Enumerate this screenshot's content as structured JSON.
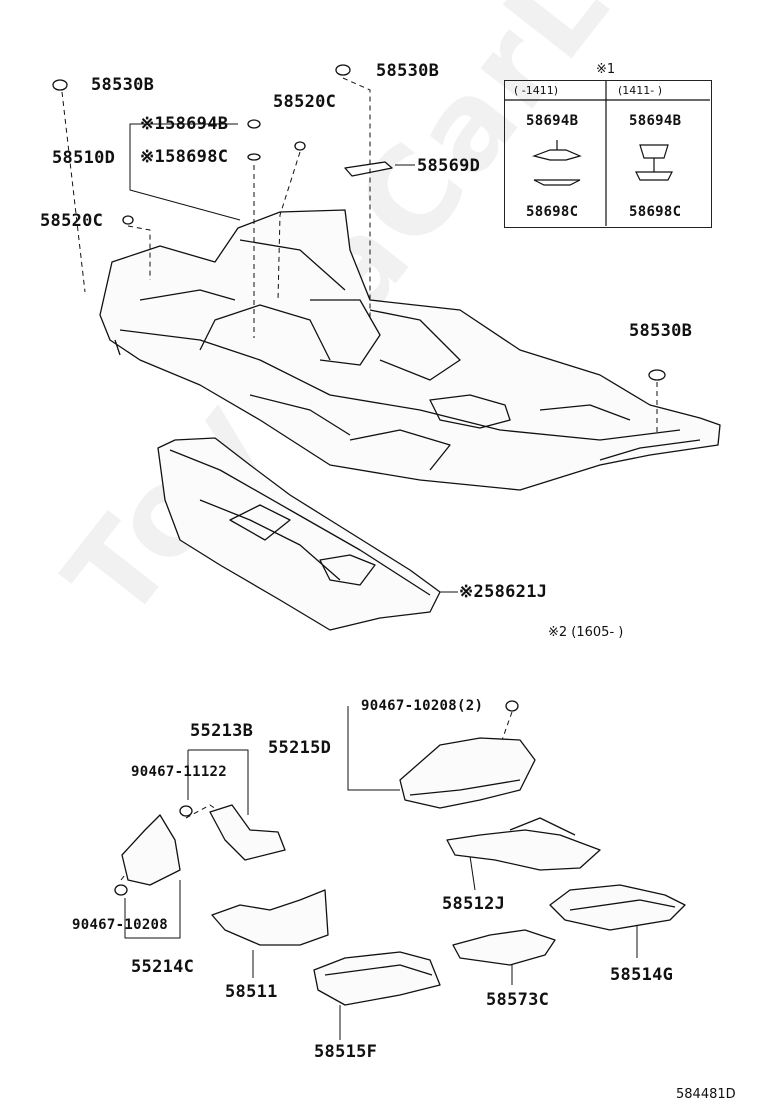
{
  "watermark": "ToyotaCarLine.ru",
  "diagram_ref": "584481D",
  "note_box": {
    "marker": "※1",
    "col_left": "(    -1411)",
    "col_right": "(1411-    )",
    "left_top": "58694B",
    "left_bottom": "58698C",
    "right_top": "58694B",
    "right_bottom": "58698C"
  },
  "note2": "※2 (1605-     )",
  "labels": {
    "p58530B_1": "58530B",
    "p58530B_2": "58530B",
    "p58530B_3": "58530B",
    "p58520C_1": "58520C",
    "p58520C_2": "58520C",
    "p58694B": "※158694B",
    "p58698C": "※158698C",
    "p58510D": "58510D",
    "p58569D": "58569D",
    "p58621J": "※258621J",
    "p55213B": "55213B",
    "p90467_11122": "90467-11122",
    "p55215D": "55215D",
    "p90467_10208_2": "90467-10208(2)",
    "p58512J": "58512J",
    "p90467_10208": "90467-10208",
    "p55214C": "55214C",
    "p58511": "58511",
    "p58573C": "58573C",
    "p58514G": "58514G",
    "p58515F": "58515F"
  }
}
